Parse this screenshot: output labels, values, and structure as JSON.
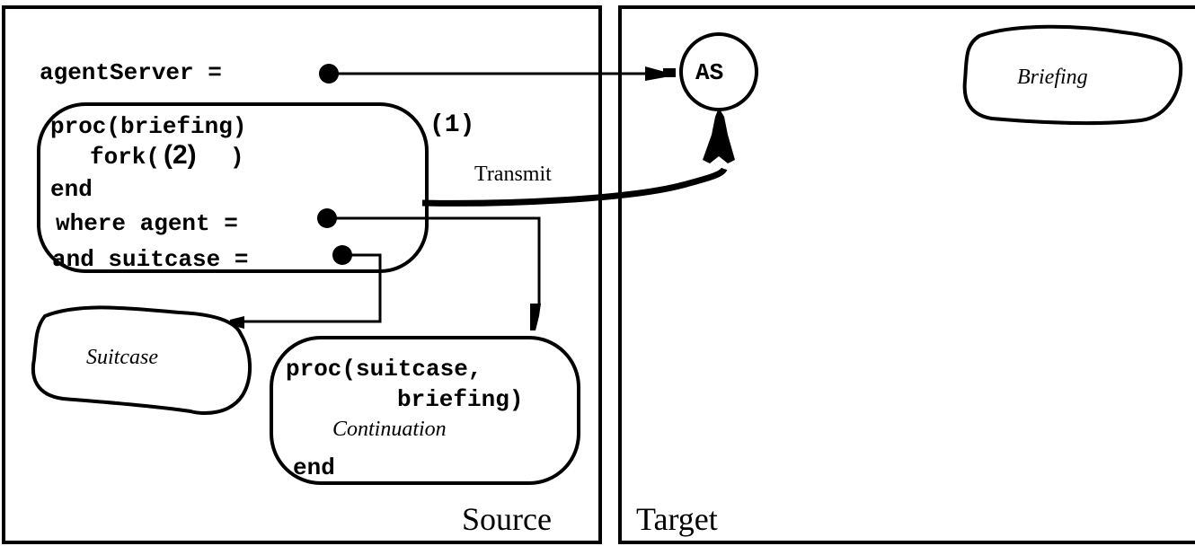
{
  "source": {
    "label": "Source",
    "agent_server_line": "agentServer =",
    "proc_briefing": "proc(briefing)",
    "fork_line": "fork(",
    "fork_inner": "(2)",
    "fork_close": ")",
    "end_line": "end",
    "where_agent": "where agent =",
    "and_suitcase": "and suitcase =",
    "marker_1": "(1)",
    "transmit_label": "Transmit",
    "suitcase_label": "Suitcase",
    "continuation_proc_line1": "proc(suitcase,",
    "continuation_proc_line2": "briefing)",
    "continuation_label": "Continuation",
    "continuation_end": "end"
  },
  "target": {
    "label": "Target",
    "as_label": "AS",
    "briefing_label": "Briefing"
  }
}
